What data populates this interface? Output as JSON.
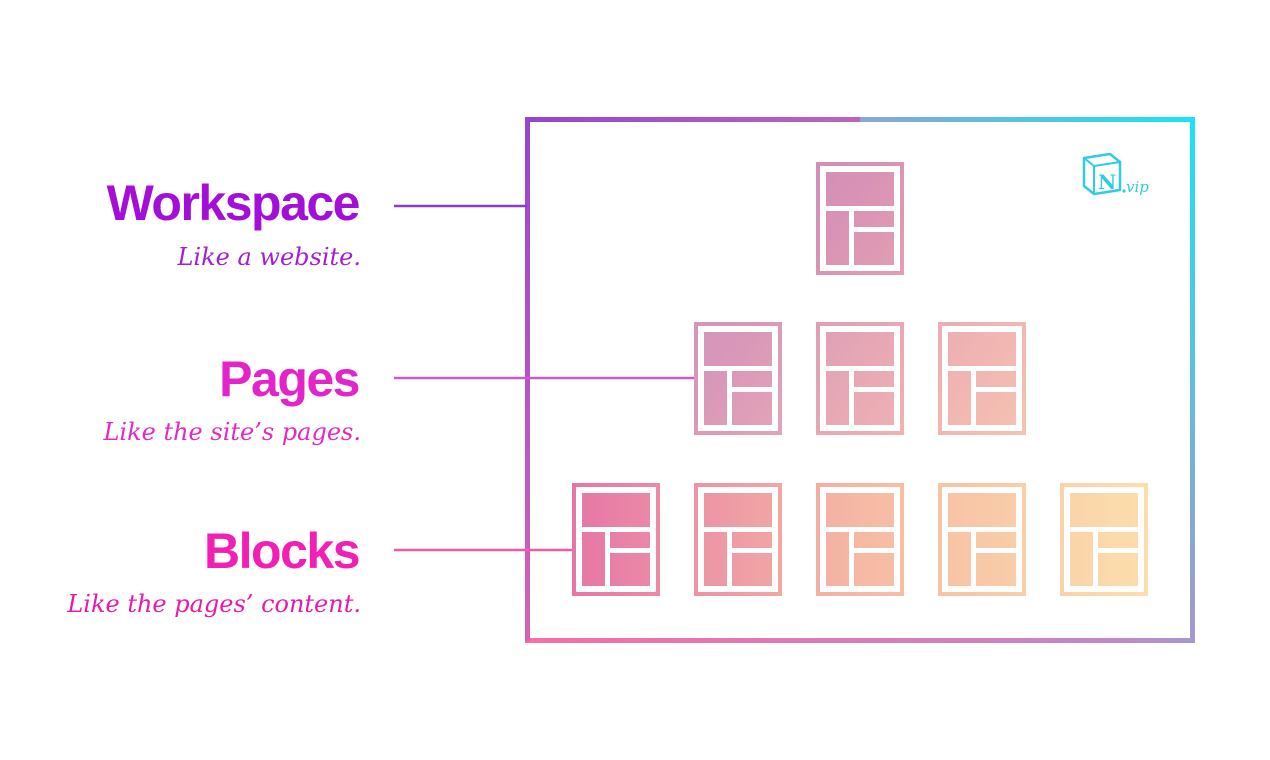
{
  "levels": [
    {
      "key": "workspace",
      "title": "Workspace",
      "subtitle": "Like a website.",
      "color": "#a40fd8"
    },
    {
      "key": "pages",
      "title": "Pages",
      "subtitle": "Like the site’s pages.",
      "color": "#e424cb"
    },
    {
      "key": "blocks",
      "title": "Blocks",
      "subtitle": "Like the pages’ content.",
      "color": "#f21fb4"
    }
  ],
  "logo": {
    "letter": "N",
    "word": "vip"
  },
  "colors": {
    "frame_gradient": [
      "#8a3bd1",
      "#e85fb2",
      "#f772a6",
      "#fde89a",
      "#19e3f5"
    ],
    "page_icon_gradient": [
      "#c46ab7",
      "#f5728f",
      "#fdd79d",
      "#f2b89a"
    ]
  },
  "icon_rows": [
    {
      "level": "workspace",
      "count": 1
    },
    {
      "level": "pages",
      "count": 3
    },
    {
      "level": "blocks",
      "count": 5
    }
  ]
}
